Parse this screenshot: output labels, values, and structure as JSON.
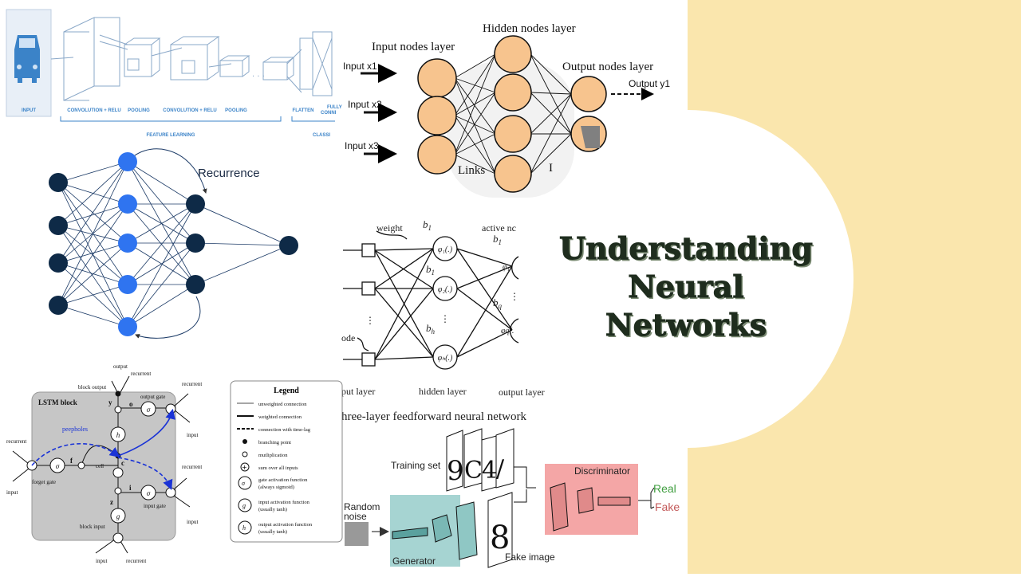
{
  "colors": {
    "cream": "#fae6ad",
    "darkNode": "#0e2a47",
    "blueNode": "#2f74f0",
    "orangeNode": "#f7c48e",
    "tealBox": "#a6d4d2",
    "pinkBox": "#f4a6a6",
    "realGreen": "#3f9e3f",
    "fakeRed": "#c35a5a",
    "titleGreen": "#1f2d1e"
  },
  "title": {
    "line1": "Understanding",
    "line2": "Neural",
    "line3": "Networks"
  },
  "cnn": {
    "input": "INPUT",
    "conv1": "CONVOLUTION + RELU",
    "pool1": "POOLING",
    "conv2": "CONVOLUTION + RELU",
    "pool2": "POOLING",
    "flatten": "FLATTEN",
    "fully": "FULLY",
    "conn": "CONNI",
    "feature": "FEATURE LEARNING",
    "classi": "CLASSI"
  },
  "rnn": {
    "recurrence": "Recurrence"
  },
  "ann": {
    "hidden": "Hidden nodes layer",
    "input_layer": "Input nodes layer",
    "output_layer": "Output nodes layer",
    "x1": "Input x1",
    "x2": "Input x2",
    "x3": "Input x3",
    "y1": "Output y1",
    "links": "Links",
    "fragment": "I"
  },
  "ffnn": {
    "weight": "weight",
    "active": "active nc",
    "b1": "b",
    "b1sub": "1",
    "bh": "b",
    "bhsub": "h",
    "bq": "b",
    "bqsub": "q",
    "phi1": "φ₁(.)",
    "phi2": "φ₂(.)",
    "phih": "φₕ(.)",
    "phiq": "φq(.",
    "phio1": "φ₁",
    "node": "ode",
    "inputLayer": "put layer",
    "hiddenLayer": "hidden layer",
    "outputLayer": "output layer",
    "caption": "hree-layer feedforward neural network"
  },
  "lstm": {
    "block": "LSTM block",
    "output": "output",
    "recurrent": "recurrent",
    "blockOutput": "block output",
    "outputGate": "output gate",
    "y": "y",
    "o": "o",
    "peepholes": "peepholes",
    "f": "f",
    "cell": "cell",
    "c": "c",
    "forgetGate": "forget gate",
    "i": "i",
    "inputGate": "input gate",
    "z": "z",
    "blockInput": "block input",
    "input": "input",
    "sigma": "σ",
    "g": "g",
    "h": "h"
  },
  "legend": {
    "title": "Legend",
    "items": [
      "unweighted connection",
      "weighted connection",
      "connection with time-lag",
      "branching point",
      "mutliplication",
      "sum over all inputs",
      "gate activation function",
      "(always sigmoid)",
      "input activation function",
      "(usually tanh)",
      "output activation function",
      "(usually tanh)"
    ]
  },
  "gan": {
    "training": "Training set",
    "random": "Random",
    "noise": "noise",
    "generator": "Generator",
    "discriminator": "Discriminator",
    "real": "Real",
    "fake": "Fake",
    "fakeImage": "Fake image"
  }
}
